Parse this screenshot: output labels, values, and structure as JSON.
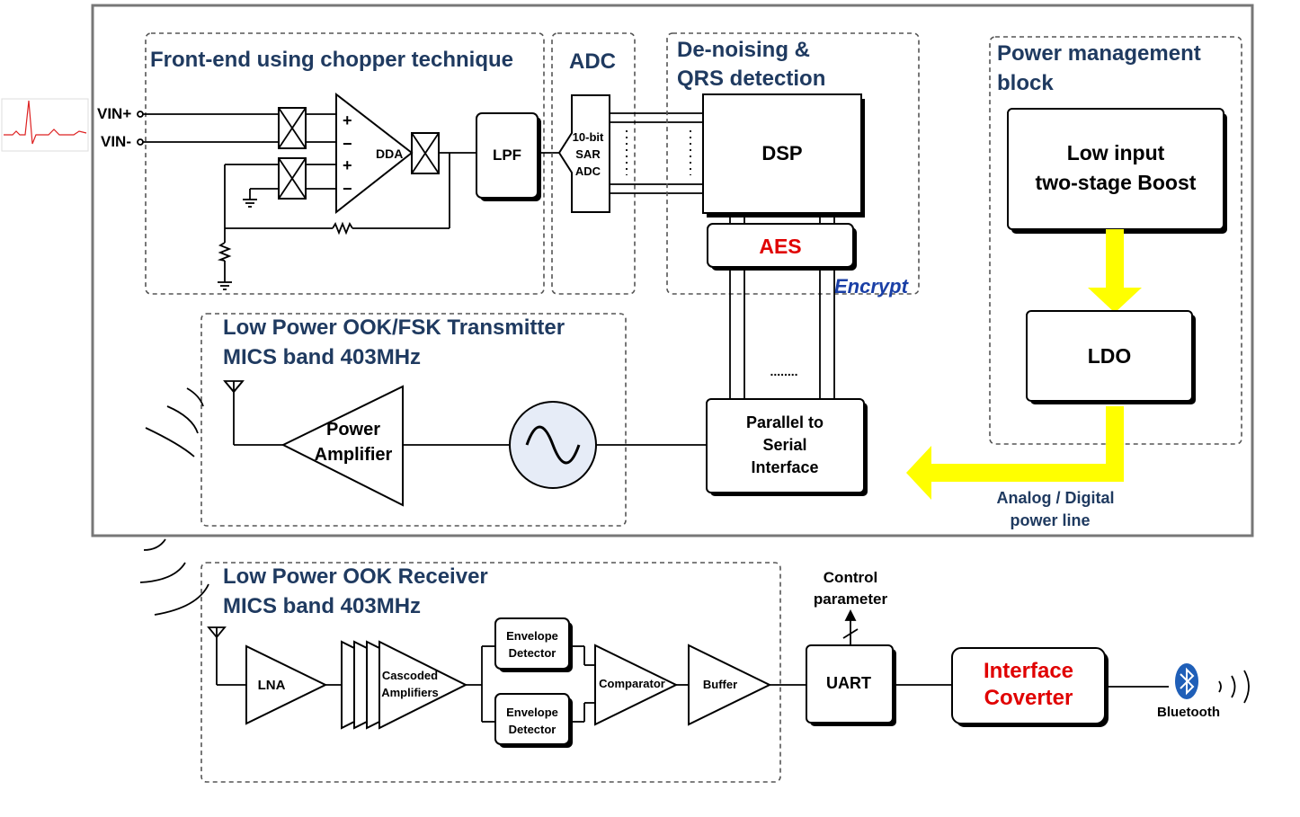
{
  "sections": {
    "frontend": "Front-end using chopper technique",
    "adc": "ADC",
    "denoise_line1": "De-noising &",
    "denoise_line2": "QRS detection",
    "power_line1": "Power management",
    "power_line2": "block",
    "tx_line1": "Low Power OOK/FSK Transmitter",
    "tx_line2": "MICS band 403MHz",
    "rx_line1": "Low Power OOK Receiver",
    "rx_line2": "MICS band 403MHz"
  },
  "inputs": {
    "vin_plus": "VIN+",
    "vin_minus": "VIN-"
  },
  "blocks": {
    "dda": "DDA",
    "plus": "+",
    "minus": "−",
    "lpf": "LPF",
    "adc_l1": "10-bit",
    "adc_l2": "SAR",
    "adc_l3": "ADC",
    "dsp": "DSP",
    "aes": "AES",
    "encrypt": "Encrypt",
    "boost_l1": "Low input",
    "boost_l2": "two-stage Boost",
    "ldo": "LDO",
    "p2s_l1": "Parallel to",
    "p2s_l2": "Serial",
    "p2s_l3": "Interface",
    "pa_l1": "Power",
    "pa_l2": "Amplifier",
    "powerline_l1": "Analog / Digital",
    "powerline_l2": "power line",
    "lna": "LNA",
    "casc_l1": "Cascoded",
    "casc_l2": "Amplifiers",
    "env_l1": "Envelope",
    "env_l2": "Detector",
    "comparator": "Comparator",
    "buffer": "Buffer",
    "uart": "UART",
    "ctrl_l1": "Control",
    "ctrl_l2": "parameter",
    "ic_l1": "Interface",
    "ic_l2": "Coverter",
    "bluetooth": "Bluetooth"
  },
  "dots": "........",
  "colors": {
    "title": "#1f3a60",
    "accent_red": "#e00000",
    "power_arrow": "#ffff00",
    "encrypt": "#1a3fa6"
  }
}
